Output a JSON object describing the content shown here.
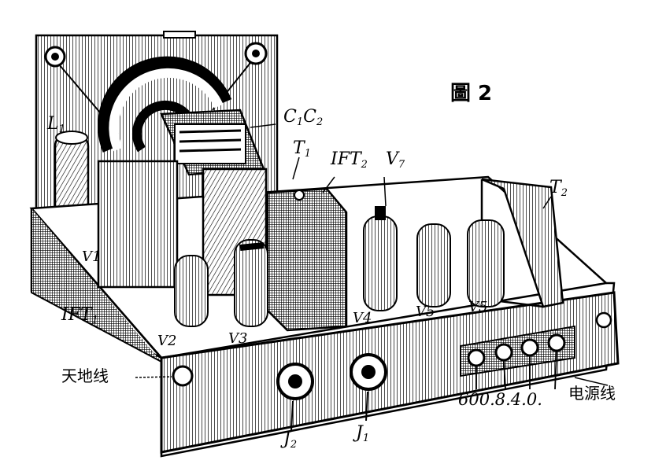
{
  "figure": {
    "title": "圖 2",
    "labels": {
      "L1": "L",
      "L1_sub": "1",
      "C1": "C",
      "C1_sub": "1",
      "C2": "C",
      "C2_sub": "2",
      "T1": "T",
      "T1_sub": "1",
      "IFT2": "IFT",
      "IFT2_sub": "2",
      "V7": "V",
      "V7_sub": "7",
      "T2": "T",
      "T2_sub": "2",
      "V1": "V1",
      "IFT1": "IFT",
      "IFT1_sub": "1",
      "V2": "V2",
      "V3": "V3",
      "V4": "V4",
      "V5a": "V5",
      "V5b": "V5",
      "antenna": "天地线",
      "J2": "J",
      "J2_sub": "2",
      "J1": "J",
      "J1_sub": "1",
      "ohms": "600.8.4.0.",
      "power": "电源线"
    }
  }
}
